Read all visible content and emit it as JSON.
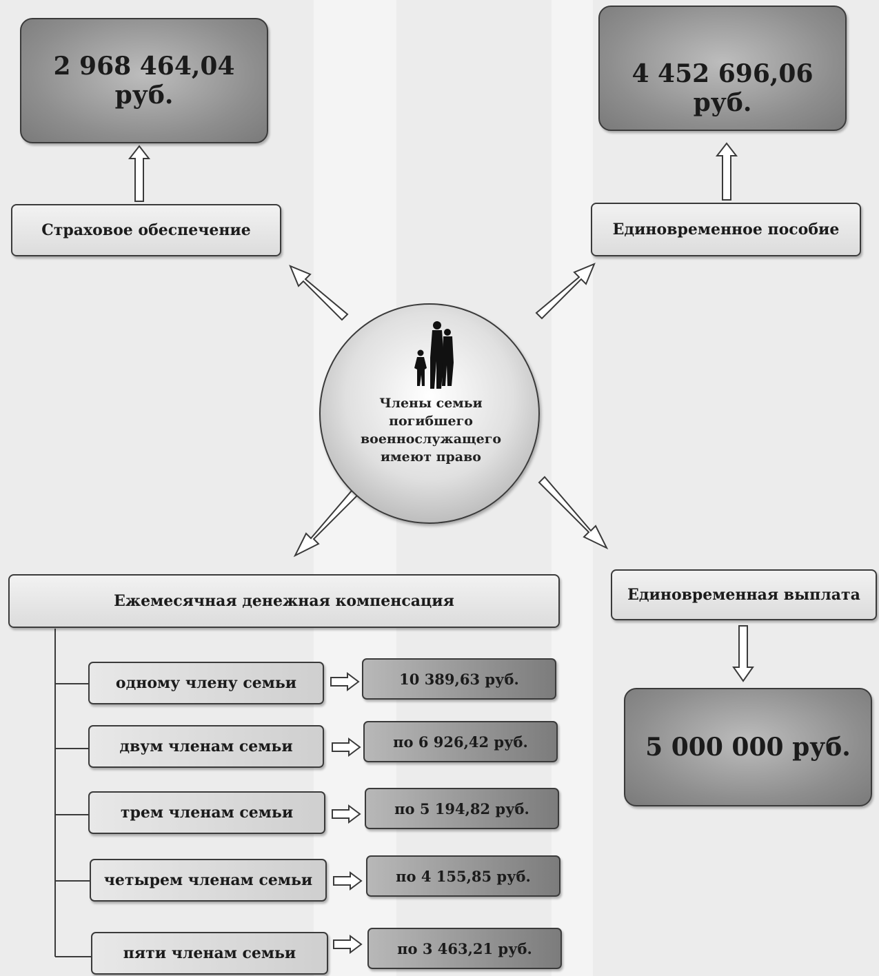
{
  "center": {
    "lines": [
      "Члены семьи",
      "погибшего",
      "военнослужащего",
      "имеют право"
    ],
    "icon": "family-silhouette-icon"
  },
  "insurance": {
    "label": "Страховое обеспечение",
    "amount": "2 968 464,04 руб."
  },
  "lump_allowance": {
    "label": "Единовременное пособие",
    "amount": "4 452 696,06 руб."
  },
  "lump_payment": {
    "label": "Единовременная выплата",
    "amount": "5 000 000 руб."
  },
  "monthly": {
    "label": "Ежемесячная денежная компенсация",
    "rows": [
      {
        "who": "одному члену семьи",
        "value": "10 389,63 руб."
      },
      {
        "who": "двум членам семьи",
        "value": "по 6 926,42 руб."
      },
      {
        "who": "трем членам семьи",
        "value": "по 5 194,82 руб."
      },
      {
        "who": "четырем членам семьи",
        "value": "по 4 155,85 руб."
      },
      {
        "who": "пяти членам семьи",
        "value": "по 3 463,21 руб."
      }
    ]
  },
  "colors": {
    "border": "#3a3a3a",
    "background": "#ececec",
    "amount_fill": "#8e8e8e"
  }
}
